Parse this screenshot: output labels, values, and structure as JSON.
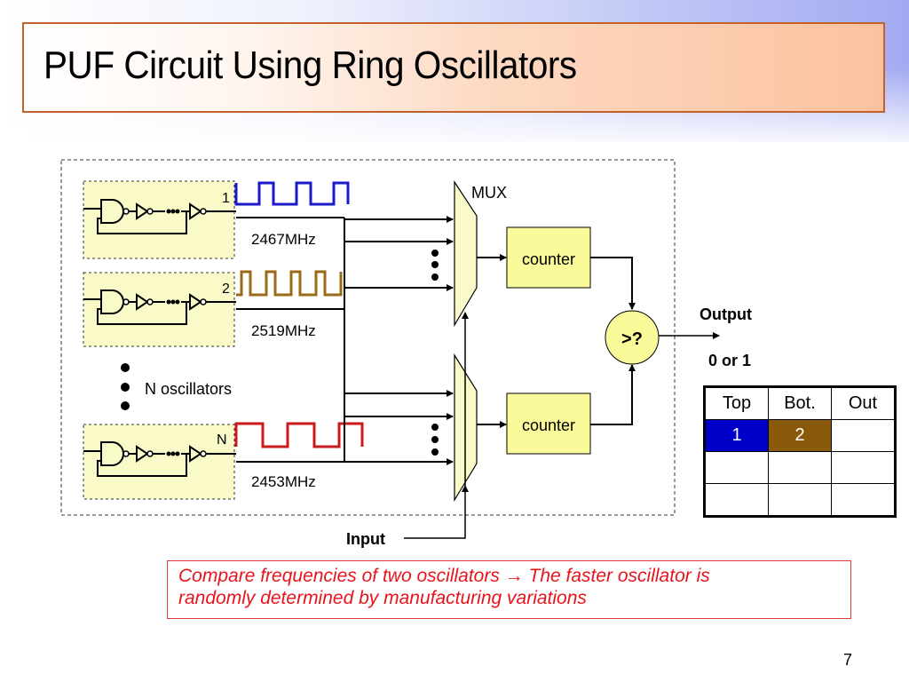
{
  "slide": {
    "title": "PUF Circuit Using Ring Oscillators",
    "page_number": "7"
  },
  "diagram": {
    "oscillators": [
      {
        "label": "1",
        "frequency": "2467MHz",
        "wave_color": "#1a1ac8"
      },
      {
        "label": "2",
        "frequency": "2519MHz",
        "wave_color": "#9a6a18"
      },
      {
        "label": "N",
        "frequency": "2453MHz",
        "wave_color": "#cc1a1a"
      }
    ],
    "n_oscillators_label": "N oscillators",
    "mux_label": "MUX",
    "counter_label": "counter",
    "comparator_label": ">?",
    "output_label": "Output",
    "output_values": "0 or 1",
    "input_label": "Input"
  },
  "table": {
    "headers": [
      "Top",
      "Bot.",
      "Out"
    ],
    "rows": [
      [
        "1",
        "2",
        ""
      ],
      [
        "",
        "",
        ""
      ],
      [
        "",
        "",
        ""
      ]
    ]
  },
  "note": {
    "line1": "Compare frequencies of  two oscillators → The faster oscillator is",
    "line2": "randomly determined by manufacturing variations"
  },
  "colors": {
    "title_border": "#c0622a",
    "osc_fill": "#fafac8",
    "counter_fill": "#fafa9a",
    "note_text": "#e8141c"
  }
}
